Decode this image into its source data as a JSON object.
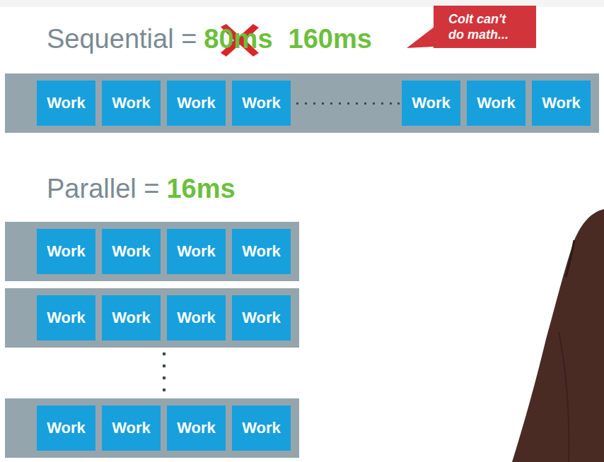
{
  "diagram": {
    "nodes": [
      {
        "text": [
          "Colt can't do math..."
        ]
      },
      {
        "text": [
          "Work"
        ]
      },
      {
        "text": [
          "Work"
        ]
      },
      {
        "text": [
          "Work"
        ]
      },
      {
        "text": [
          "Work"
        ]
      },
      {
        "text": [
          "Work"
        ]
      },
      {
        "text": [
          "Work"
        ]
      },
      {
        "text": [
          "Work"
        ]
      },
      {
        "text": [
          "Work"
        ]
      },
      {
        "text": [
          "Work"
        ]
      },
      {
        "text": [
          "Work"
        ]
      },
      {
        "text": [
          "Work"
        ]
      },
      {
        "text": [
          "Work"
        ]
      },
      {
        "text": [
          "Work"
        ]
      },
      {
        "text": [
          "Work"
        ]
      },
      {
        "text": [
          "Work"
        ]
      },
      {
        "text": [
          "Work"
        ]
      },
      {
        "text": [
          "Work"
        ]
      },
      {
        "text": [
          "Work"
        ]
      },
      {
        "text": [
          "Work"
        ]
      }
    ],
    "labels": [
      "Sequential =",
      "80ms",
      "160ms",
      "Parallel =",
      "16ms"
    ]
  }
}
